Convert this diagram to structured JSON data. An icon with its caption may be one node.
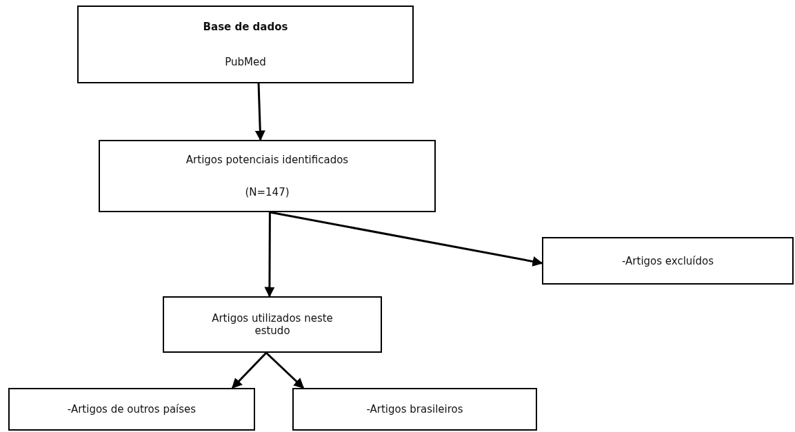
{
  "diagram": {
    "nodes": [
      {
        "text": [
          "Base de dados",
          "PubMed"
        ]
      },
      {
        "text": [
          "Artigos potenciais identificados",
          "(N=147)"
        ]
      },
      {
        "text": [
          "Artigos utilizados neste estudo"
        ]
      },
      {
        "text": [
          "-Artigos excluídos"
        ]
      },
      {
        "text": [
          "-Artigos de outros países"
        ]
      },
      {
        "text": [
          "-Artigos brasileiros"
        ]
      }
    ],
    "edges": [
      {
        "from": 0,
        "to": 1,
        "arrow": "to"
      },
      {
        "from": 1,
        "to": 2,
        "arrow": "to"
      },
      {
        "from": 1,
        "to": 3,
        "arrow": "to"
      },
      {
        "from": 2,
        "to": 4,
        "arrow": "to"
      },
      {
        "from": 2,
        "to": 5,
        "arrow": "to"
      }
    ]
  }
}
